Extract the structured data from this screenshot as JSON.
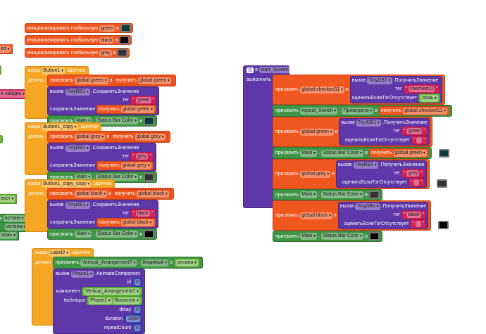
{
  "colors": {
    "green": "#0d3d3a",
    "black": "#000000",
    "grey": "#333333"
  },
  "kw": {
    "init": "инициализировать глобальную",
    "in": "в",
    "when": "когда",
    "do": "делать",
    "click": ".Щелчок",
    "set": "присвоить",
    "get": "получить",
    "call": "вызов",
    "store": ".СохранитьЗначение",
    "tag": "тег",
    "value": "сохранитьЗначение",
    "run": "выполнить",
    "getvalue": ".ПолучитьЗначение",
    "ifabsent": "оценитьЕслиТэгОтсутствует",
    "dot": "."
  },
  "inits": [
    {
      "name": "green"
    },
    {
      "name": "black"
    },
    {
      "name": "grey"
    }
  ],
  "edge": [
    "ed",
    "е найден",
    "екст",
    "истина",
    "истина",
    "ложь"
  ],
  "events": [
    {
      "component": "Button1",
      "var": "global green",
      "tag": "green"
    },
    {
      "component": "Button1_copy",
      "var": "global grey",
      "tag": "grey"
    },
    {
      "component": "Button1_copy_copy",
      "var": "global black",
      "tag": "black"
    }
  ],
  "common": {
    "tinydb": "TinyDB1",
    "main": "Main",
    "prop": "Status Bar Color"
  },
  "start": {
    "event": "start_Screen",
    "checked": "global checked11",
    "tag_checked": "checked11",
    "false": "ложь",
    "switch": "repeat_Switch",
    "checked_prop": "Проверено",
    "vars": [
      {
        "var": "global green",
        "tag": "green"
      },
      {
        "var": "global grey",
        "tag": "grey"
      },
      {
        "var": "global black",
        "tag": "black"
      }
    ]
  },
  "label2": {
    "component": "Label2",
    "target": "Vertical_Arrangement7",
    "prop": "Видимый",
    "true": "истина",
    "phase": "Phase1",
    "method": ".AnimateComponent",
    "params": [
      {
        "name": "id",
        "value": "0"
      },
      {
        "name": "компонент",
        "value": "Vertical_Arrangement7"
      },
      {
        "name": "technique",
        "value": "Phase1",
        "value2": "BounceIn"
      },
      {
        "name": "delay",
        "value": "0"
      },
      {
        "name": "duration",
        "value": "1000"
      },
      {
        "name": "repeatCount",
        "value": "0"
      }
    ]
  }
}
